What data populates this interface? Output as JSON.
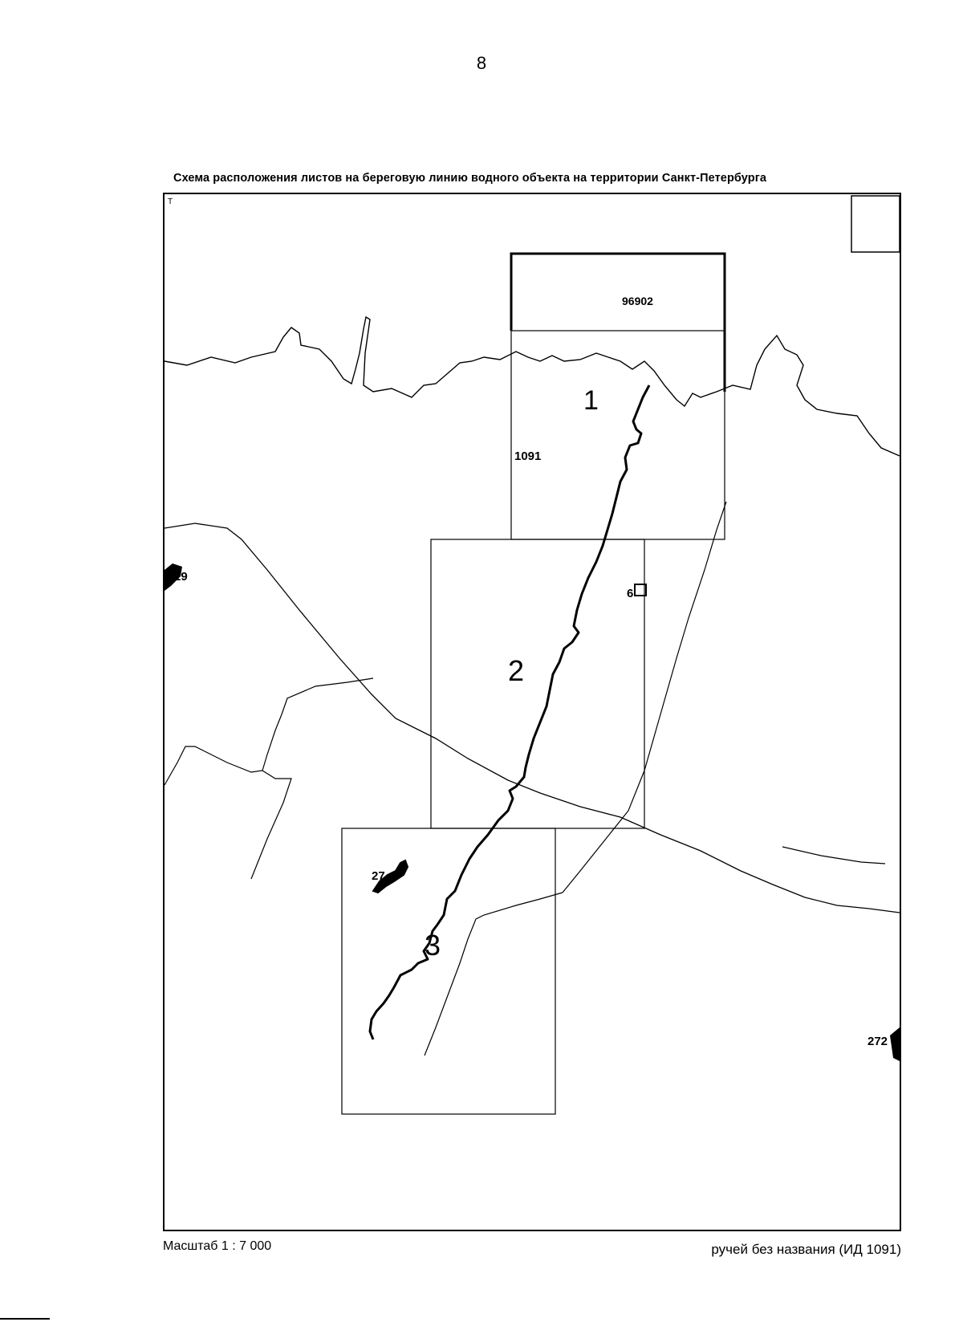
{
  "page": {
    "number": "8"
  },
  "map": {
    "title": "Схема расположения листов на береговую линию водного объекта на территории Санкт-Петербурга",
    "sheets": [
      {
        "label": "1",
        "id_label": "1091"
      },
      {
        "label": "2"
      },
      {
        "label": "3"
      }
    ],
    "neighbor_labels": {
      "north": "96902",
      "west": "19",
      "east": "6",
      "south_inset": "27",
      "south_east": "272"
    }
  },
  "footer": {
    "scale": "Масштаб 1 : 7 000",
    "object_name": "ручей без названия (ИД 1091)"
  }
}
